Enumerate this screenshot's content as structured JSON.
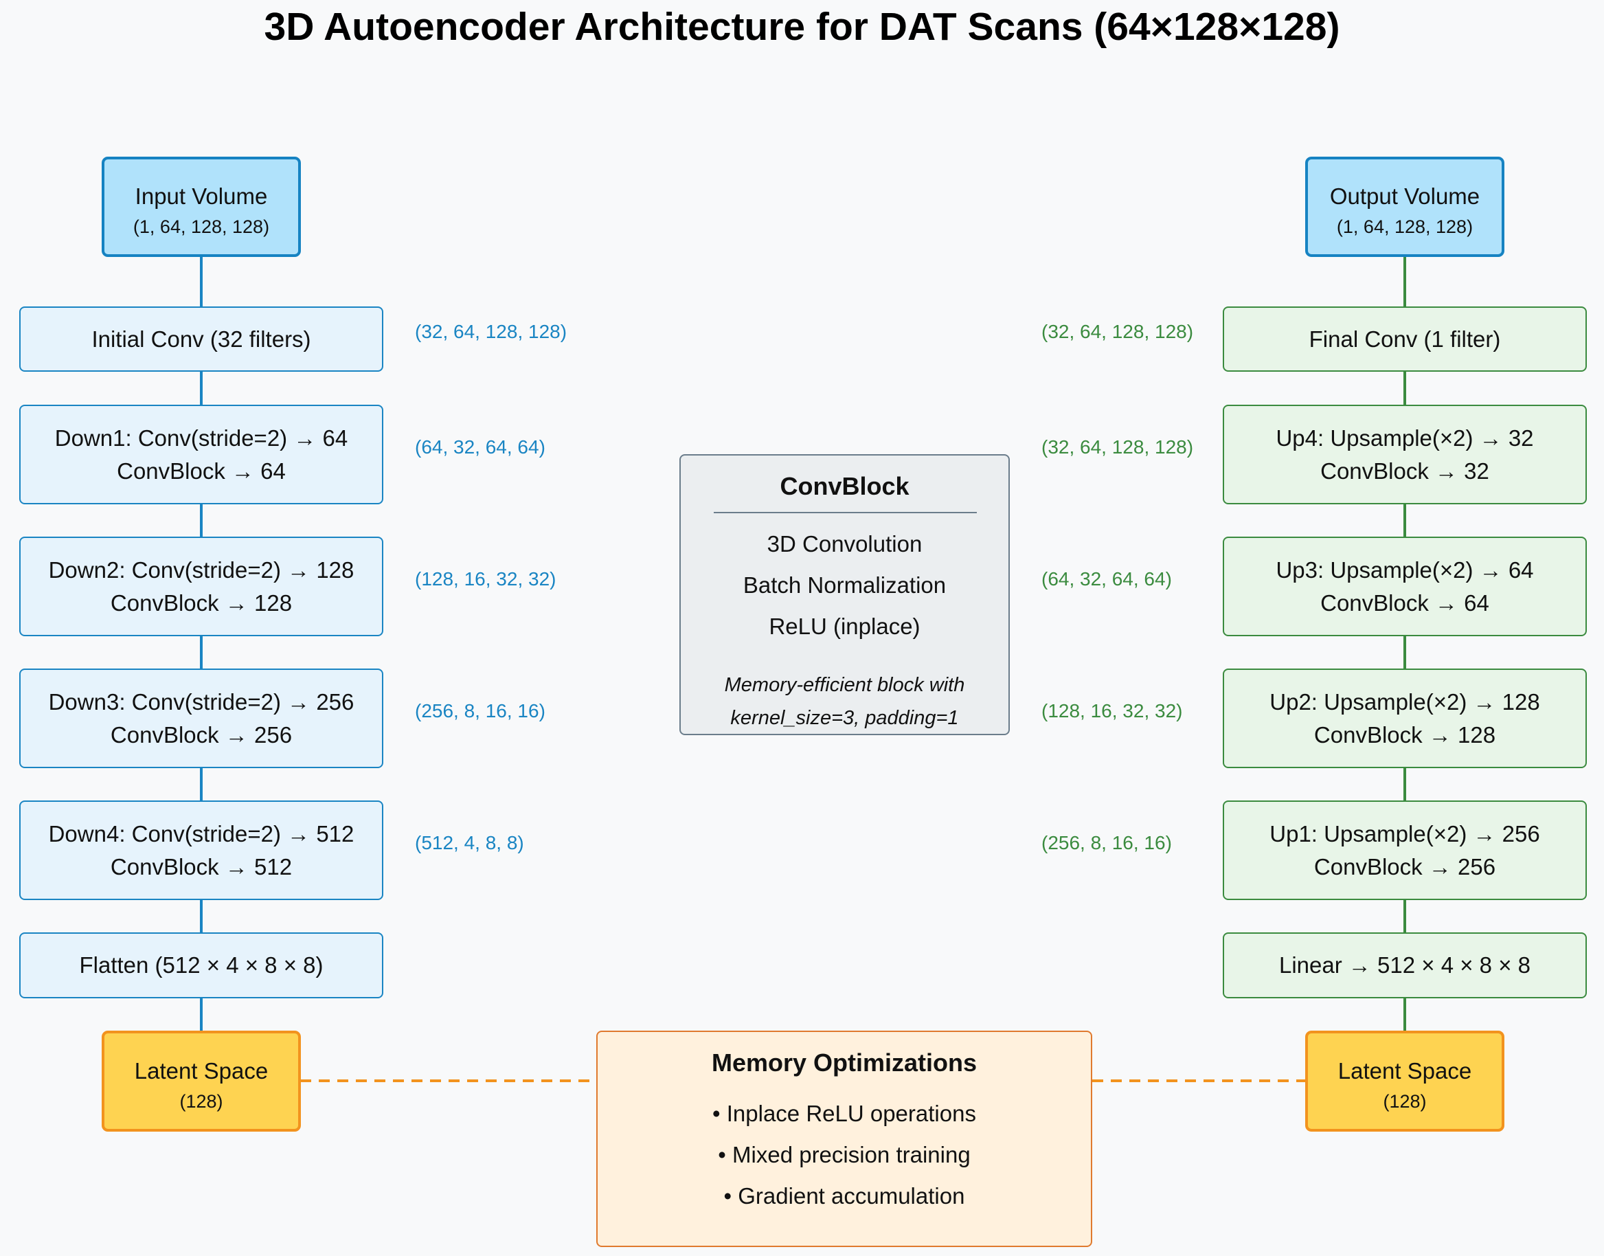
{
  "title": "3D Autoencoder Architecture for DAT Scans (64×128×128)",
  "colors": {
    "encoder_fill": "#e6f3fc",
    "encoder_stroke": "#1a85c3",
    "decoder_fill": "#e8f5e8",
    "decoder_stroke": "#3b8b3f",
    "io_fill": "#b0e2fb",
    "latent_fill": "#fed351",
    "latent_stroke": "#f2931e",
    "convblock_fill": "#ebeef0",
    "memopt_fill": "#fff1dd"
  },
  "encoder": {
    "input": {
      "label": "Input Volume",
      "shape": "(1, 64, 128, 128)"
    },
    "initial": {
      "label": "Initial Conv (32 filters)",
      "dim": "(32, 64, 128, 128)"
    },
    "down1": {
      "line1": "Down1: Conv(stride=2) → 64",
      "line2": "ConvBlock → 64",
      "dim": "(64, 32, 64, 64)"
    },
    "down2": {
      "line1": "Down2: Conv(stride=2) → 128",
      "line2": "ConvBlock → 128",
      "dim": "(128, 16, 32, 32)"
    },
    "down3": {
      "line1": "Down3: Conv(stride=2) → 256",
      "line2": "ConvBlock → 256",
      "dim": "(256, 8, 16, 16)"
    },
    "down4": {
      "line1": "Down4: Conv(stride=2) → 512",
      "line2": "ConvBlock → 512",
      "dim": "(512, 4, 8, 8)"
    },
    "flatten": {
      "label": "Flatten (512 × 4 × 8 × 8)"
    },
    "latent": {
      "label": "Latent Space",
      "shape": "(128)"
    }
  },
  "decoder": {
    "output": {
      "label": "Output Volume",
      "shape": "(1, 64, 128, 128)"
    },
    "final": {
      "label": "Final Conv (1 filter)",
      "dim": "(32, 64, 128, 128)"
    },
    "up4": {
      "line1": "Up4: Upsample(×2) → 32",
      "line2": "ConvBlock → 32",
      "dim": "(32, 64, 128, 128)"
    },
    "up3": {
      "line1": "Up3: Upsample(×2) → 64",
      "line2": "ConvBlock → 64",
      "dim": "(64, 32, 64, 64)"
    },
    "up2": {
      "line1": "Up2: Upsample(×2) → 128",
      "line2": "ConvBlock → 128",
      "dim": "(128, 16, 32, 32)"
    },
    "up1": {
      "line1": "Up1: Upsample(×2) → 256",
      "line2": "ConvBlock → 256",
      "dim": "(256, 8, 16, 16)"
    },
    "linear": {
      "label": "Linear → 512 × 4 × 8 × 8"
    },
    "latent": {
      "label": "Latent Space",
      "shape": "(128)"
    }
  },
  "convblock": {
    "title": "ConvBlock",
    "items": [
      "3D Convolution",
      "Batch Normalization",
      "ReLU (inplace)"
    ],
    "note_line1": "Memory-efficient block with",
    "note_line2": "kernel_size=3, padding=1"
  },
  "memory": {
    "title": "Memory Optimizations",
    "items": [
      "• Inplace ReLU operations",
      "• Mixed precision training",
      "• Gradient accumulation"
    ]
  }
}
